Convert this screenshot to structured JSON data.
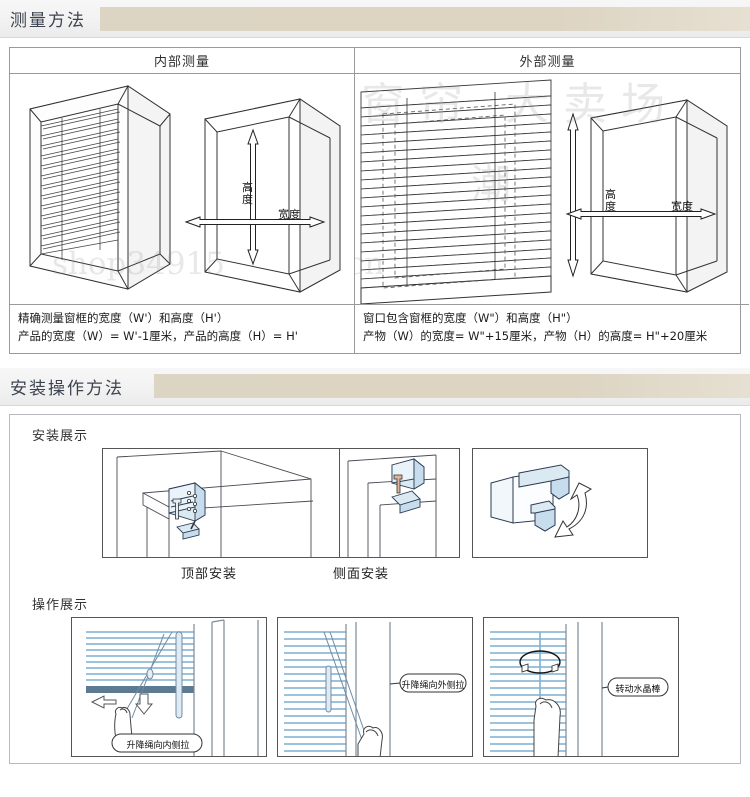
{
  "sections": {
    "measure": {
      "title": "测量方法",
      "columns": [
        {
          "header": "内部测量"
        },
        {
          "header": "外部测量"
        }
      ],
      "inside": {
        "caption_line1": "精确测量窗框的宽度（W'）和高度（H'）",
        "caption_line2": "产品的宽度（W）= W'-1厘米，产品的高度（H）= H'",
        "label_height": "高度",
        "label_width": "宽度"
      },
      "outside": {
        "caption_line1": "窗口包含窗框的宽度（W\"）和高度（H\"）",
        "caption_line2": "产物（W）的宽度= W\"+15厘米，产物（H）的高度= H\"+20厘米",
        "label_height": "高度",
        "label_width": "宽度"
      }
    },
    "install": {
      "title": "安装操作方法",
      "install_label": "安装展示",
      "operate_label": "操作展示",
      "install_captions": [
        "顶部安装",
        "侧面安装"
      ],
      "operate_callouts": [
        "升降绳向内侧拉",
        "升降绳向外侧拉",
        "转动水晶棒"
      ]
    }
  },
  "watermarks": {
    "top": "窗帘 大卖场",
    "mid": "潮",
    "shop": "shop34915",
    "tail": ".cn"
  },
  "colors": {
    "header_bar": "#ddd4c2",
    "header_bg": "#f2f2f2",
    "title_text": "#3d4450",
    "border": "#9a9a9a",
    "blind_blue": "#bcd6e8",
    "line": "#3a3a3a"
  }
}
